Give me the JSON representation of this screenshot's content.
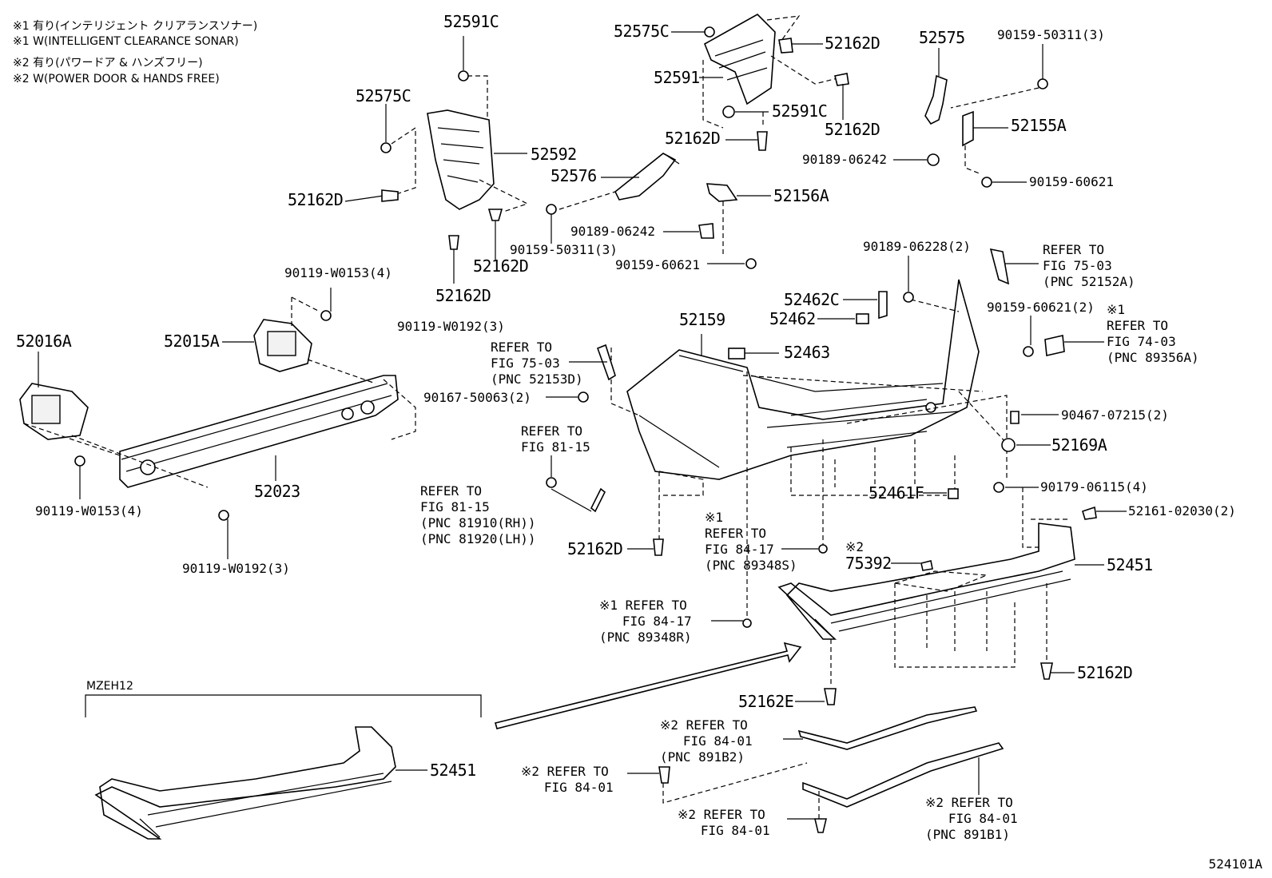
{
  "notes": [
    "※1 有り(インテリジェント クリアランスソナー)",
    "※1 W(INTELLIGENT CLEARANCE SONAR)",
    "※2 有り(パワードア & ハンズフリー)",
    "※2 W(POWER DOOR & HANDS FREE)"
  ],
  "labels": {
    "p52591C_a": "52591C",
    "p52575C_a": "52575C",
    "p52162D_a": "52162D",
    "p52591": "52591",
    "p52591C_b": "52591C",
    "p52162D_b": "52162D",
    "p52162D_c": "52162D",
    "p52575": "52575",
    "p90159_50311_a": "90159-50311(3)",
    "p52155A": "52155A",
    "p90189_06242_a": "90189-06242",
    "p90159_60621_a": "90159-60621",
    "p52575C_b": "52575C",
    "p52592": "52592",
    "p52576": "52576",
    "p52162D_d": "52162D",
    "p52162D_e": "52162D",
    "p52162D_f": "52162D",
    "p52156A": "52156A",
    "p90189_06242_b": "90189-06242",
    "p90159_50311_b": "90159-50311(3)",
    "p90159_60621_b": "90159-60621",
    "p90119_W0153_a": "90119-W0153(4)",
    "p52015A": "52015A",
    "p52016A": "52016A",
    "p90119_W0192_a": "90119-W0192(3)",
    "p90189_06228": "90189-06228(2)",
    "p52462C": "52462C",
    "p52462": "52462",
    "p52159": "52159",
    "p52463": "52463",
    "p90159_60621_2": "90159-60621(2)",
    "p90167_50063": "90167-50063(2)",
    "p90467_07215": "90467-07215(2)",
    "p52169A": "52169A",
    "p52023": "52023",
    "p90119_W0153_b": "90119-W0153(4)",
    "p90119_W0192_b": "90119-W0192(3)",
    "p52461F": "52461F",
    "p90179_06115": "90179-06115(4)",
    "p52161_02030": "52161-02030(2)",
    "p52162D_g": "52162D",
    "p75392": "75392",
    "p52451_a": "52451",
    "p52162D_h": "52162D",
    "p52162E": "52162E",
    "p52451_b": "52451",
    "mzeh": "MZEH12",
    "code": "524101A"
  },
  "refs": {
    "r75_03_52152A": "REFER TO\nFIG 75-03\n(PNC 52152A)",
    "r74_03": "※1\nREFER TO\nFIG 74-03\n(PNC 89356A)",
    "r75_03_52153D": "REFER TO\nFIG 75-03\n(PNC 52153D)",
    "r81_15_a": "REFER TO\nFIG 81-15",
    "r81_15_b": "REFER TO\nFIG 81-15\n(PNC 81910(RH))\n(PNC 81920(LH))",
    "r84_17_a": "※1\nREFER TO\nFIG 84-17\n(PNC 89348S)",
    "r84_17_b": "※1 REFER TO\n   FIG 84-17\n(PNC 89348R)",
    "r84_01_a": "※2 REFER TO\n   FIG 84-01\n(PNC 891B2)",
    "r84_01_b": "※2 REFER TO\n   FIG 84-01",
    "r84_01_c": "※2 REFER TO\n   FIG 84-01",
    "r84_01_d": "※2 REFER TO\n   FIG 84-01\n(PNC 891B1)",
    "s75392": "※2"
  }
}
